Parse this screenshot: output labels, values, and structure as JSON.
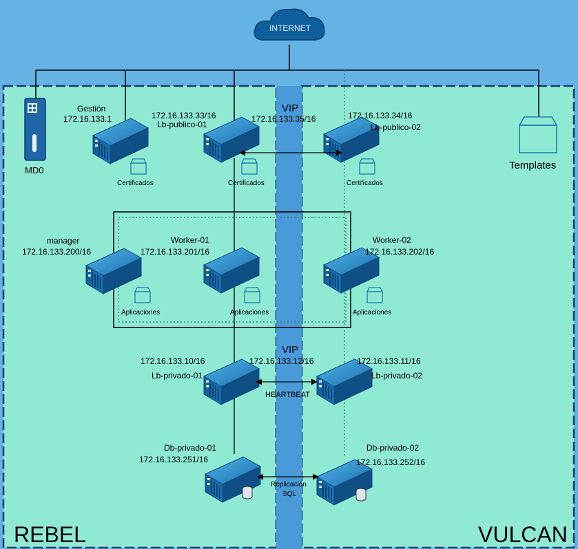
{
  "internet": {
    "label": "INTERNET"
  },
  "sites": {
    "rebel": "REBEL",
    "vulcan": "VULCAN"
  },
  "vip_top": "VIP",
  "vip_bottom": "VIP",
  "mdo": {
    "label": "MD0"
  },
  "templates": {
    "label": "Templates"
  },
  "gestion": {
    "name": "Gestión",
    "ip": "172.16.133.1"
  },
  "lb_publico_01": {
    "name": "Lb-publico-01",
    "ip": "172.16.133.33/16",
    "badge": "Certificados"
  },
  "vip_publico_ip": "172.16.133.35/16",
  "lb_publico_02": {
    "name": "Lb-publico-02",
    "ip": "172.16.133.34/16",
    "badge": "Certificados"
  },
  "gestion_badge": "Certificados",
  "manager": {
    "name": "manager",
    "ip": "172.16.133.200/16",
    "badge": "Aplicaciones"
  },
  "worker_01": {
    "name": "Worker-01",
    "ip": "172.16.133.201/16",
    "badge": "Aplicaciones"
  },
  "worker_02": {
    "name": "Worker-02",
    "ip": "172.16.133.202/16",
    "badge": "Aplicaciones"
  },
  "lb_privado_01": {
    "name": "Lb-privado-01",
    "ip": "172.16.133.10/16"
  },
  "vip_privado_ip": "172.16.133.12/16",
  "lb_privado_02": {
    "name": "Lb-privado-02",
    "ip": "172.16.133.11/16"
  },
  "heartbeat": "HEARTBEAT",
  "db_privado_01": {
    "name": "Db-privado-01",
    "ip": "172.16.133.251/16"
  },
  "db_privado_02": {
    "name": "Db-privado-02",
    "ip": "172.16.133.252/16"
  },
  "replication": {
    "line1": "Replicación",
    "line2": "SQL"
  },
  "colors": {
    "background": "#64b3e4",
    "zone": "#8fe9d3",
    "vip_band": "#4a9ad9",
    "server": "#1d6fae"
  }
}
